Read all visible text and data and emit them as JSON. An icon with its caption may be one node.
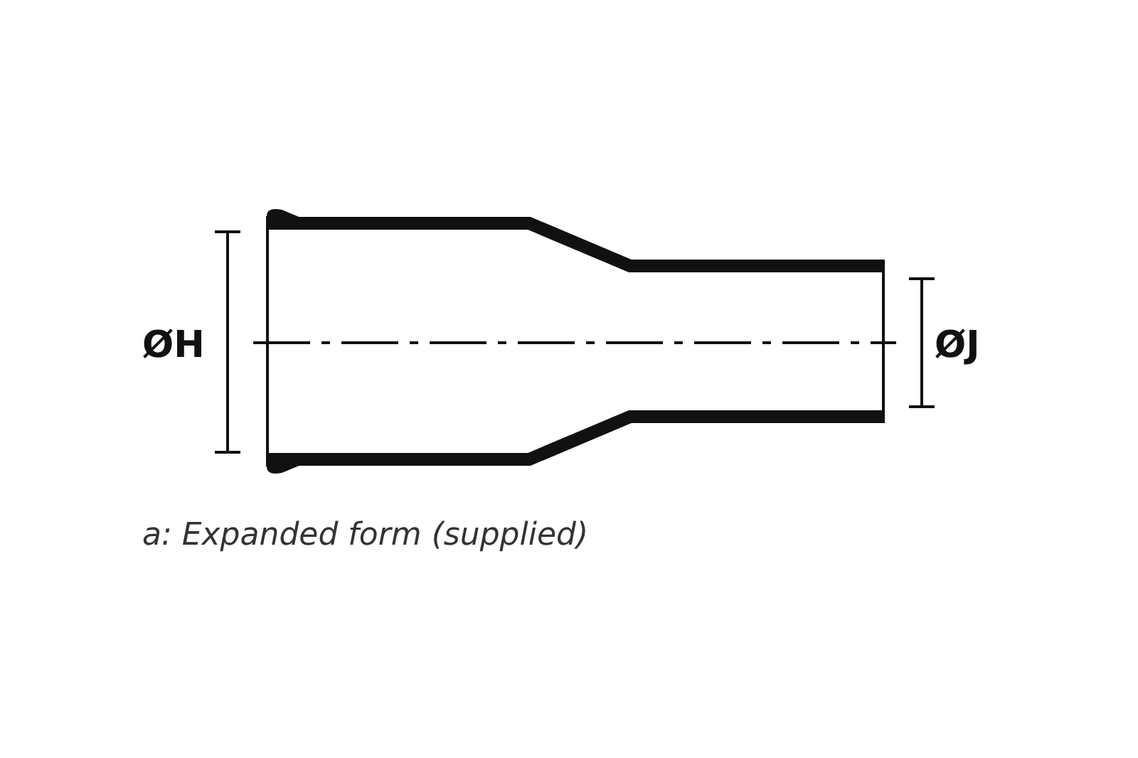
{
  "diagram": {
    "caption": "a: Expanded form (supplied)",
    "labels": [
      "ØH",
      "ØJ"
    ]
  }
}
